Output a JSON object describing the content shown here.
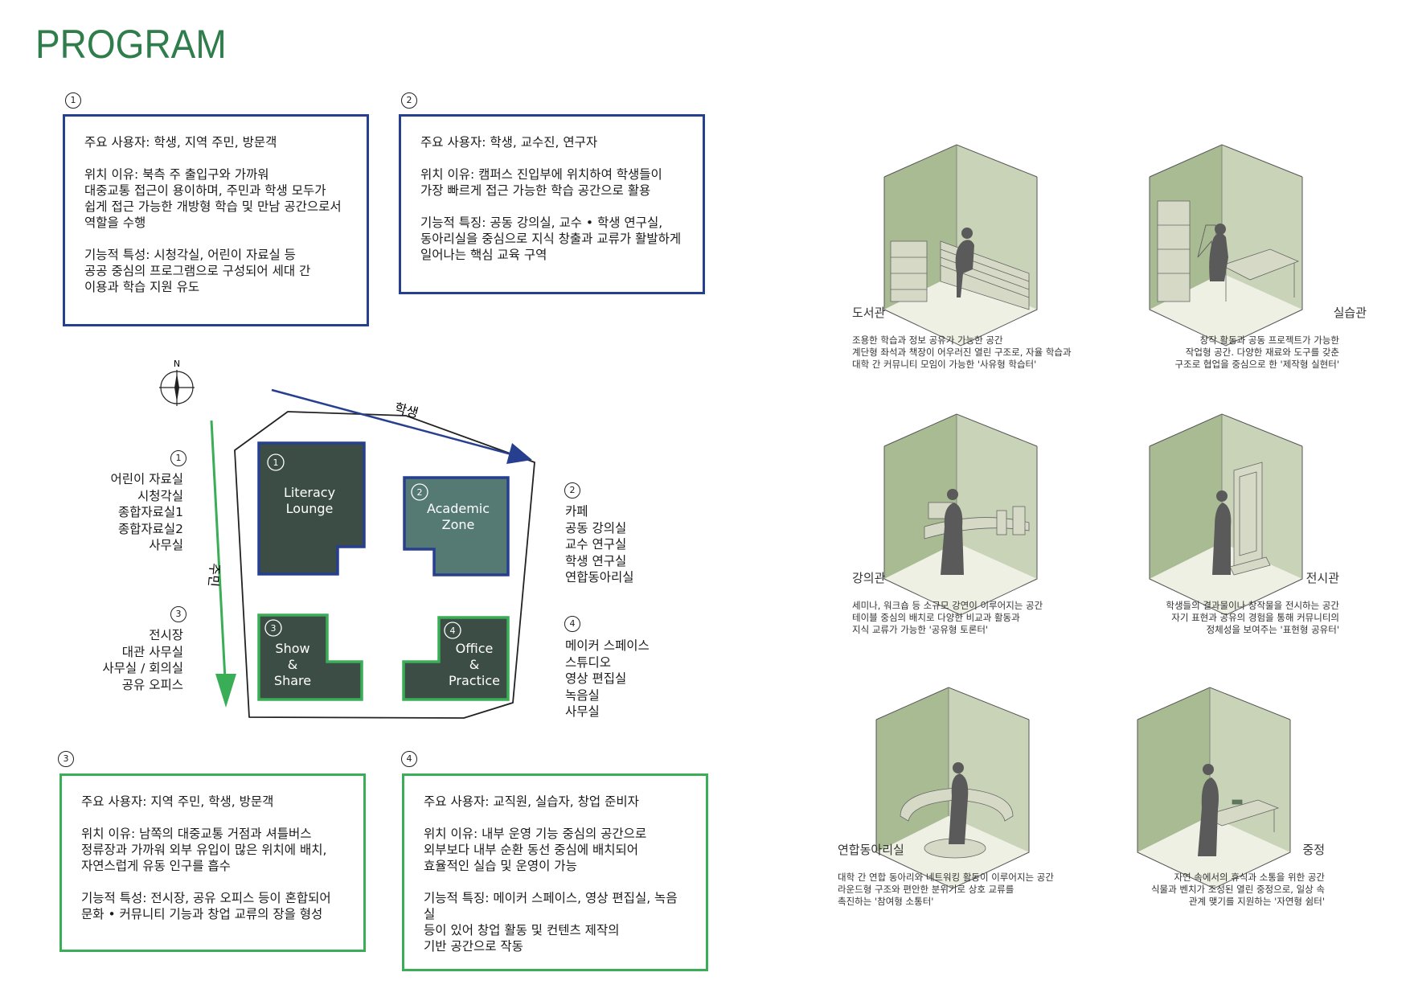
{
  "title": "PROGRAM",
  "boxes": [
    {
      "num": "1",
      "lines": [
        "주요 사용자: 학생, 지역 주민, 방문객",
        "위치 이유: 북측 주 출입구와 가까워",
        "대중교통 접근이 용이하며, 주민과 학생 모두가",
        "쉽게 접근 가능한 개방형 학습 및 만남 공간으로서",
        "역할을 수행",
        "기능적 특성: 시청각실, 어린이 자료실 등",
        "공공 중심의 프로그램으로 구성되어 세대 간",
        "이용과 학습 지원 유도"
      ]
    },
    {
      "num": "2",
      "lines": [
        "주요 사용자: 학생, 교수진, 연구자",
        "위치 이유: 캠퍼스 진입부에 위치하여 학생들이",
        "가장 빠르게 접근 가능한 학습 공간으로 활용",
        "기능적 특징: 공동 강의실, 교수 • 학생 연구실,",
        "동아리실을 중심으로 지식 창출과 교류가 활발하게",
        "일어나는 핵심 교육 구역"
      ]
    },
    {
      "num": "3",
      "lines": [
        "주요 사용자: 지역 주민, 학생, 방문객",
        "위치 이유: 남쪽의 대중교통 거점과 셔틀버스",
        "정류장과 가까워 외부 유입이 많은 위치에 배치,",
        "자연스럽게 유동 인구를 흡수",
        "기능적 특성: 전시장, 공유 오피스 등이 혼합되어",
        "문화 • 커뮤니티 기능과 창업 교류의 장을 형성"
      ]
    },
    {
      "num": "4",
      "lines": [
        "주요 사용자: 교직원, 실습자, 창업 준비자",
        "위치 이유: 내부 운영 기능 중심의 공간으로",
        "외부보다 내부 순환 동선 중심에 배치되어",
        "효율적인 실습 및 운영이 가능",
        "기능적 특징: 메이커 스페이스, 영상 편집실, 녹음실",
        "등이 있어 창업 활동 및 컨텐츠 제작의",
        "기반 공간으로 작동"
      ]
    }
  ],
  "diagram": {
    "north": "N",
    "flow_student": "학생",
    "flow_resident": "주민",
    "zones": [
      {
        "num": "1",
        "l1": "Literacy",
        "l2": "Lounge",
        "l3": ""
      },
      {
        "num": "2",
        "l1": "Academic",
        "l2": "Zone",
        "l3": ""
      },
      {
        "num": "3",
        "l1": "Show",
        "l2": "&",
        "l3": "Share"
      },
      {
        "num": "4",
        "l1": "Office",
        "l2": "&",
        "l3": "Practice"
      }
    ],
    "lists": [
      {
        "num": "1",
        "items": [
          "어린이 자료실",
          "시청각실",
          "종합자료실1",
          "종합자료실2",
          "사무실"
        ]
      },
      {
        "num": "2",
        "items": [
          "카페",
          "공동 강의실",
          "교수 연구실",
          "학생 연구실",
          "연합동아리실"
        ]
      },
      {
        "num": "3",
        "items": [
          "전시장",
          "대관 사무실",
          "사무실 / 회의실",
          "공유 오피스"
        ]
      },
      {
        "num": "4",
        "items": [
          "메이커 스페이스",
          "스튜디오",
          "영상 편집실",
          "녹음실",
          "사무실"
        ]
      }
    ]
  },
  "rooms": [
    {
      "name": "도서관",
      "desc": [
        "조용한 학습과 정보 공유가 가능한 공간",
        "계단형 좌석과 책장이 어우러진 열린 구조로, 자율 학습과",
        "대학 간 커뮤니티 모임이 가능한 '사유형 학습터'"
      ]
    },
    {
      "name": "실습관",
      "desc": [
        "창작 활동과 공동 프로젝트가 가능한",
        "작업형 공간. 다양한 재료와 도구를 갖춘",
        "구조로 협업을 중심으로 한 '제작형 실현터'"
      ]
    },
    {
      "name": "강의관",
      "desc": [
        "세미나, 워크숍 등 소규모 강연이 이루어지는 공간",
        "테이블 중심의 배치로 다양한 비교과 활동과",
        "지식 교류가 가능한 '공유형 토론터'"
      ]
    },
    {
      "name": "전시관",
      "desc": [
        "학생들의 결과물이나 창작물을 전시하는 공간",
        "자기 표현과 공유의 경험을 통해 커뮤니티의",
        "정체성을 보여주는 '표현형 공유터'"
      ]
    },
    {
      "name": "연합동아리실",
      "desc": [
        "대학 간 연합 동아리와 네트워킹 활동이 이루어지는 공간",
        "라운드형 구조와 편안한 분위기로 상호 교류를",
        "촉진하는 '참여형 소통터'"
      ]
    },
    {
      "name": "중정",
      "desc": [
        "자연 속에서의 휴식과 소통을 위한 공간",
        "식물과 벤치가 조성된 열린 중정으로, 일상 속",
        "관계 맺기를 지원하는 '자연형 쉼터'"
      ]
    }
  ],
  "colors": {
    "title": "#2e7d4a",
    "blue": "#273f8f",
    "green": "#3aae57",
    "zone_dark": "#3c4d45",
    "zone_teal": "#557a73",
    "wall_dark": "#a9bb92",
    "wall_light": "#c8d3b7",
    "floor": "#eef0e4"
  }
}
